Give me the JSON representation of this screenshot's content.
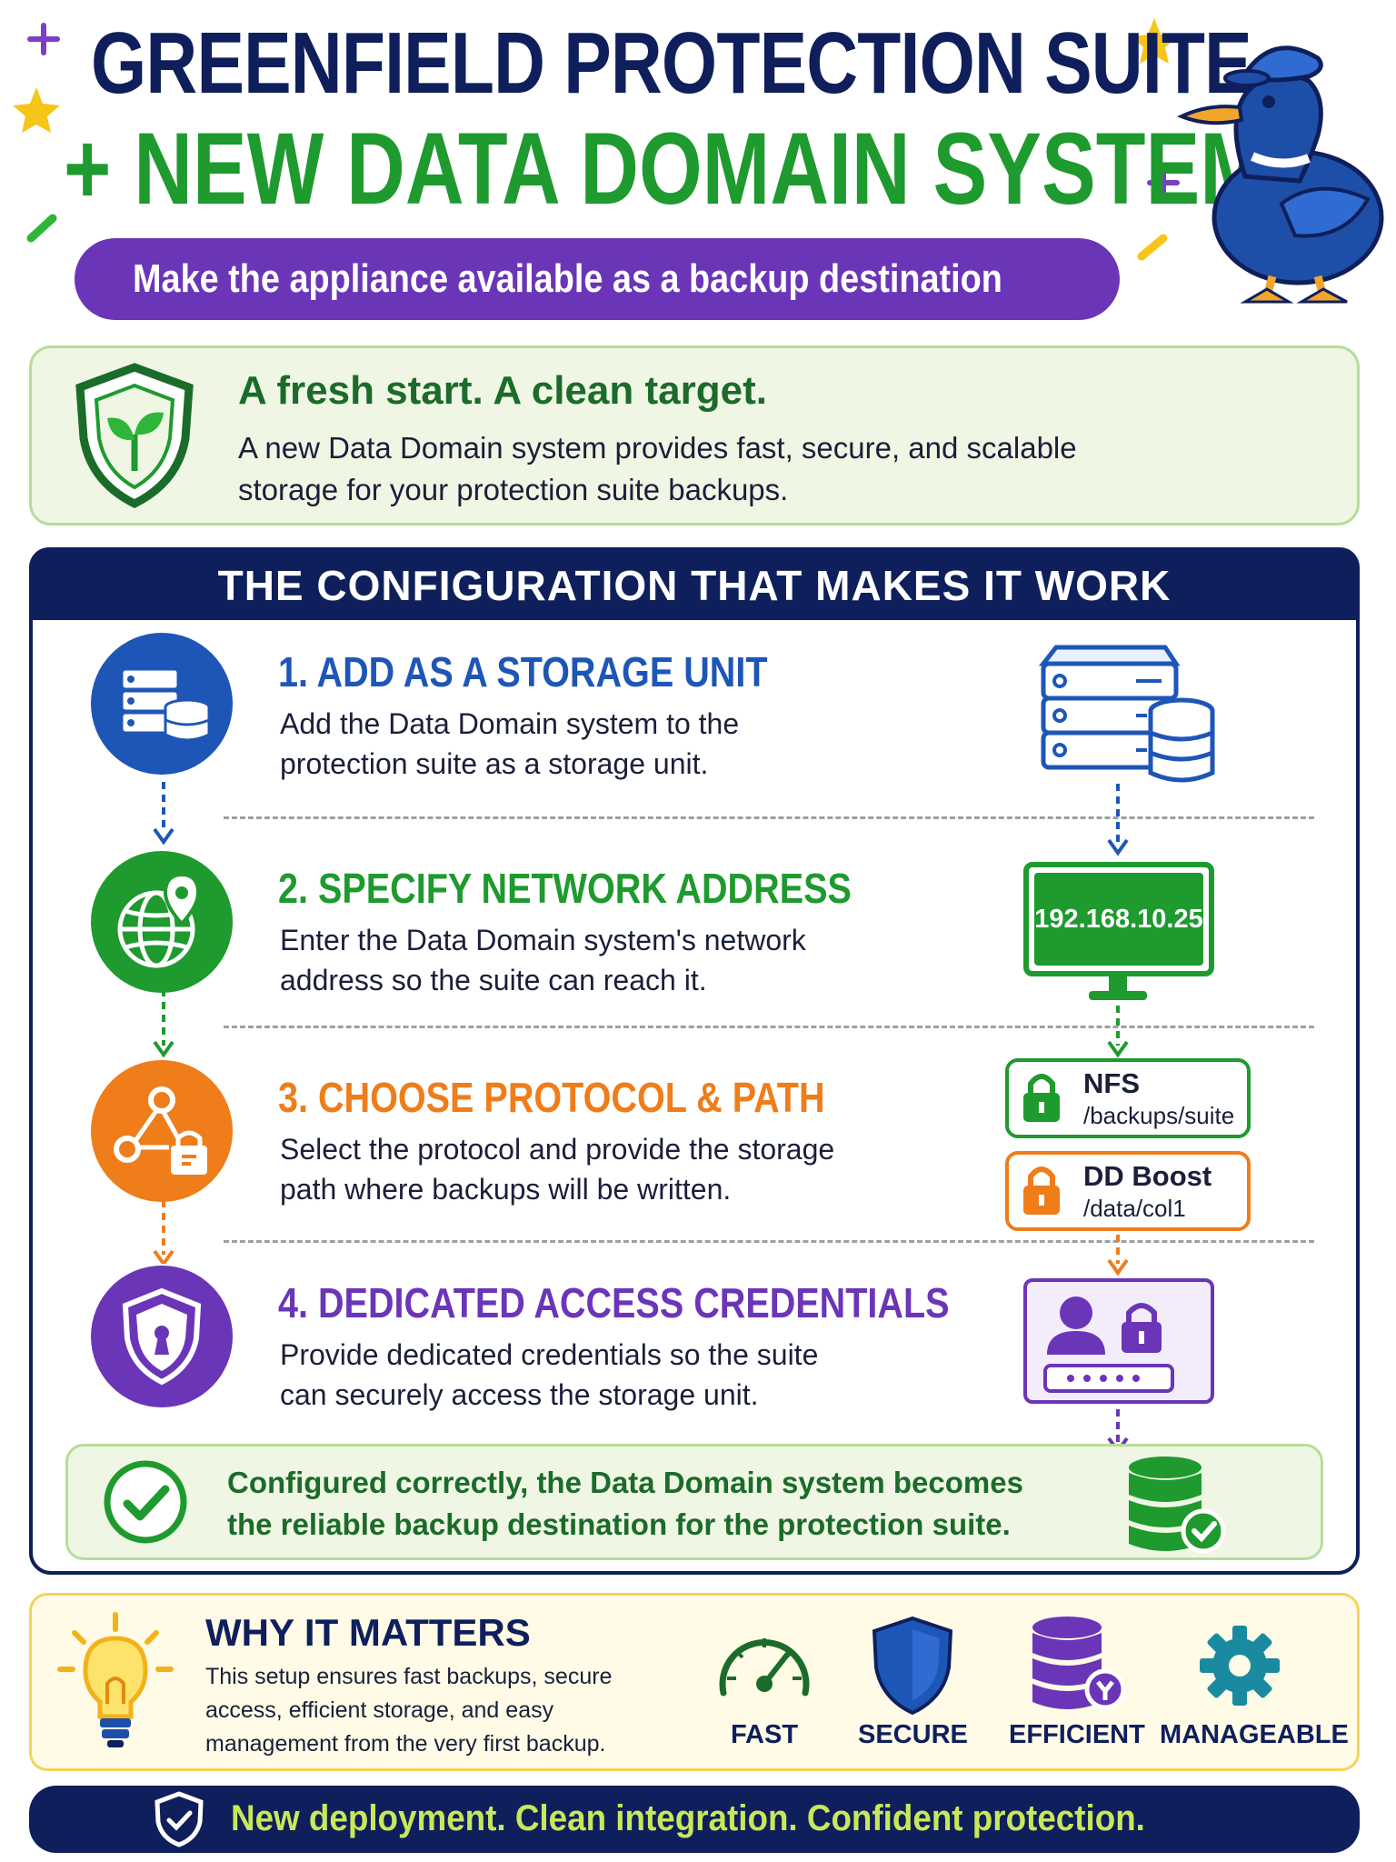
{
  "header": {
    "title_line1": "GREENFIELD PROTECTION SUITE",
    "title_line2": "NEW DATA DOMAIN SYSTEM",
    "title_line2_prefix": "+",
    "tagline": "Make the appliance available as a backup destination"
  },
  "intro": {
    "title": "A fresh start. A clean target.",
    "body": "A new Data Domain system provides fast, secure, and scalable storage for your protection suite backups."
  },
  "config": {
    "heading": "THE CONFIGURATION THAT MAKES IT WORK",
    "steps": [
      {
        "title": "1. ADD AS A STORAGE UNIT",
        "body": "Add the Data Domain system to the protection suite as a storage unit.",
        "color": "#1e56b8",
        "icon": "server-stack-icon"
      },
      {
        "title": "2. SPECIFY NETWORK ADDRESS",
        "body": "Enter the Data Domain system's network address so the suite can reach it.",
        "color": "#1f9a2e",
        "icon": "globe-location-icon"
      },
      {
        "title": "3. CHOOSE PROTOCOL & PATH",
        "body": "Select the protocol and provide the storage path where backups will be written.",
        "color": "#ee7d1a",
        "icon": "network-nodes-icon"
      },
      {
        "title": "4. DEDICATED ACCESS CREDENTIALS",
        "body": "Provide dedicated credentials so the suite can securely access the storage unit.",
        "color": "#6b35b8",
        "icon": "shield-keyhole-icon"
      }
    ],
    "ip_address": "192.168.10.25",
    "protocols": [
      {
        "name": "NFS",
        "path": "/backups/suite",
        "color": "#1f9a2e"
      },
      {
        "name": "DD Boost",
        "path": "/data/col1",
        "color": "#ee7d1a"
      }
    ],
    "success_text": "Configured correctly, the Data Domain system becomes the reliable backup destination for the protection suite."
  },
  "why": {
    "title": "WHY IT MATTERS",
    "body": "This setup ensures fast backups, secure access, efficient storage, and easy management from the very first backup.",
    "features": [
      {
        "label": "FAST",
        "icon": "speedometer-icon"
      },
      {
        "label": "SECURE",
        "icon": "shield-icon"
      },
      {
        "label": "EFFICIENT",
        "icon": "database-icon"
      },
      {
        "label": "MANAGEABLE",
        "icon": "gear-icon"
      }
    ]
  },
  "footer": {
    "text": "New deployment. Clean integration. Confident protection."
  },
  "colors": {
    "navy": "#0f1f5c",
    "green": "#1f9a2e",
    "purple": "#6b35b8",
    "orange": "#ee7d1a",
    "blue": "#1e56b8",
    "lime": "#c8e85a"
  }
}
